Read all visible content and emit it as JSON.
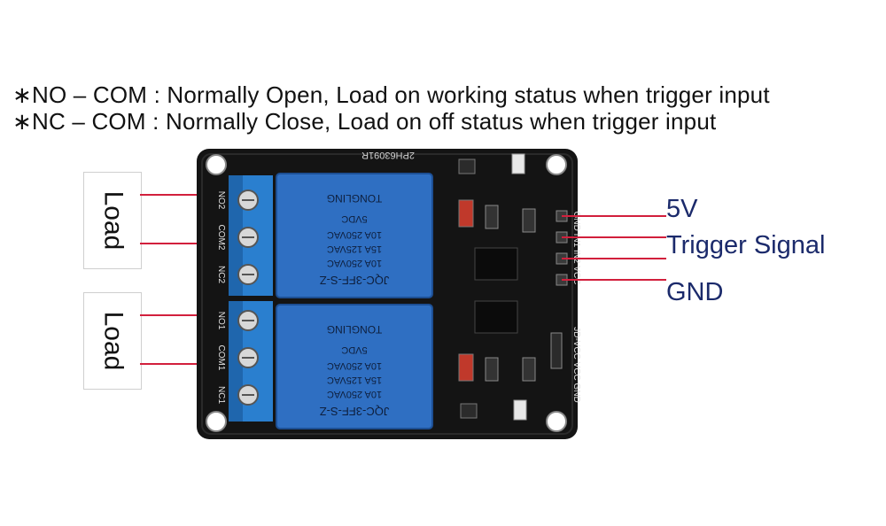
{
  "notes": {
    "line1": "∗NO – COM : Normally Open, Load on working status when trigger input",
    "line2": "∗NC – COM : Normally Close, Load on off status when trigger input"
  },
  "loads": {
    "top": "Load",
    "bottom": "Load"
  },
  "pins": {
    "vcc": "5V",
    "signal": "Trigger Signal",
    "gnd": "GND"
  },
  "board": {
    "pcb_code": "2PH63091R",
    "terminals": [
      "NO2",
      "COM2",
      "NC2",
      "NO1",
      "COM1",
      "NC1"
    ],
    "header": "GND IN1 IN2 VCC",
    "jumper": "JD-VCC VCC GND",
    "relay": {
      "model": "JQC-3FF-S-Z",
      "rating1": "10A 250VAC",
      "rating2": "15A 125VAC",
      "rating3": "10A 250VAC",
      "coil": "5VDC",
      "brand": "TONGLING"
    }
  },
  "colors": {
    "wire": "#d21f3c",
    "label": "#1b2a6b",
    "terminal": "#2a7fcf",
    "relay": "#2f6fc2",
    "pcb": "#141414"
  }
}
